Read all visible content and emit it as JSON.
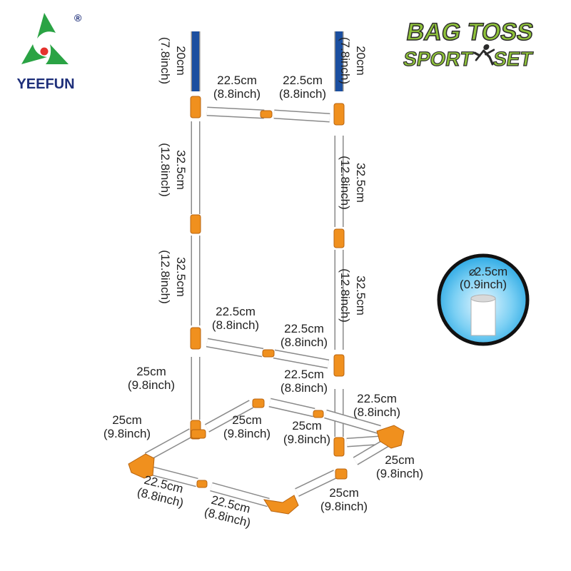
{
  "brand": {
    "name": "YEEFUN",
    "registered": "®",
    "colors": {
      "green": "#2aa344",
      "red": "#e5322d",
      "text": "#1e2f7a"
    }
  },
  "product": {
    "title_line1": "BAG TOSS",
    "title_line2a": "SPORT",
    "title_line2b": "SET",
    "colors": {
      "green": "#8fc23a",
      "outline": "#2b2b2b"
    }
  },
  "pipe_inset": {
    "diameter": "2.5cm",
    "diameter_inch": "(0.9inch)",
    "diameter_symbol": "⌀"
  },
  "colors": {
    "pipe": "#ffffff",
    "pipe_stroke": "#8a8a8a",
    "connector": "#f0901e",
    "connector_stroke": "#b86410",
    "top_cap": "#1b4fa0"
  },
  "labels": {
    "cap_left": [
      "20cm",
      "(7.8inch)"
    ],
    "cap_right": [
      "20cm",
      "(7.8inch)"
    ],
    "top_left": [
      "22.5cm",
      "(8.8inch)"
    ],
    "top_right": [
      "22.5cm",
      "(8.8inch)"
    ],
    "upper_left": [
      "32.5cm",
      "(12.8inch)"
    ],
    "upper_right": [
      "32.5cm",
      "(12.8inch)"
    ],
    "lower_left": [
      "32.5cm",
      "(12.8inch)"
    ],
    "lower_right": [
      "32.5cm",
      "(12.8inch)"
    ],
    "mid_left": [
      "22.5cm",
      "(8.8inch)"
    ],
    "mid_right": [
      "22.5cm",
      "(8.8inch)"
    ],
    "leg_left": [
      "25cm",
      "(9.8inch)"
    ],
    "base_left_front": [
      "25cm",
      "(9.8inch)"
    ],
    "base_inner_left": [
      "25cm",
      "(9.8inch)"
    ],
    "base_inner_right": [
      "25cm",
      "(9.8inch)"
    ],
    "base_back_left": [
      "22.5cm",
      "(8.8inch)"
    ],
    "base_back_right": [
      "22.5cm",
      "(8.8inch)"
    ],
    "base_right_back": [
      "25cm",
      "(9.8inch)"
    ],
    "base_right_front": [
      "25cm",
      "(9.8inch)"
    ],
    "base_front_left": [
      "22.5cm",
      "(8.8inch)"
    ],
    "base_front_right": [
      "22.5cm",
      "(8.8inch)"
    ]
  }
}
